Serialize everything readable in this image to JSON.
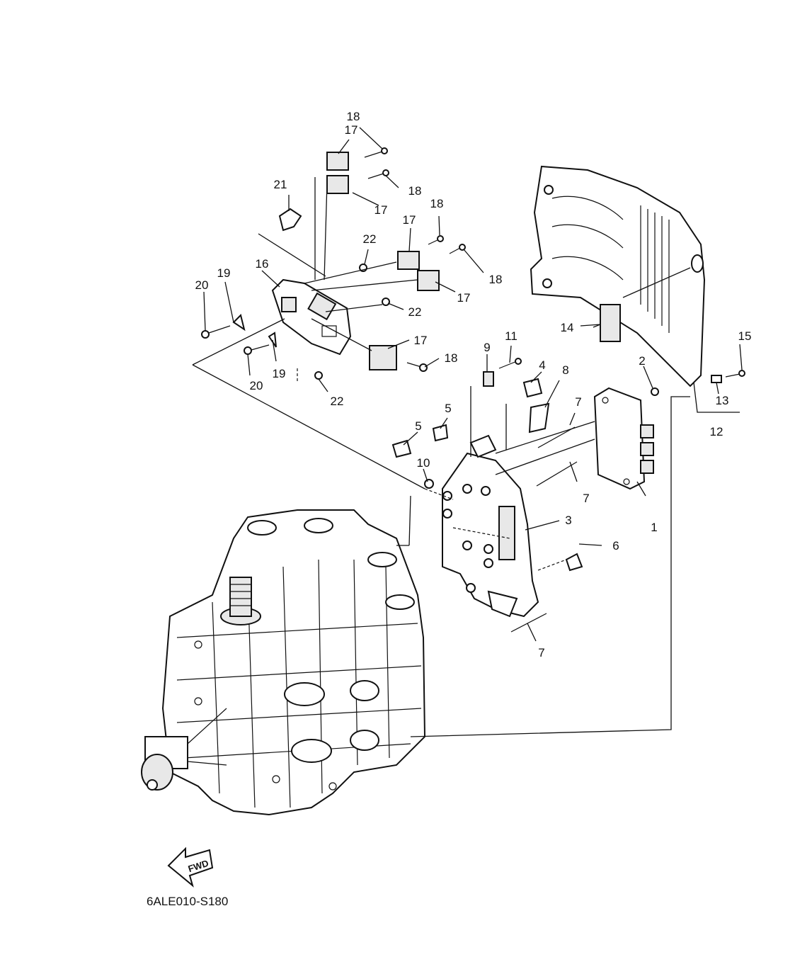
{
  "diagram": {
    "code": "6ALE010-S180",
    "fwd_label": "FWD",
    "callouts": {
      "c1": "1",
      "c2": "2",
      "c3": "3",
      "c4": "4",
      "c5a": "5",
      "c5b": "5",
      "c6": "6",
      "c7a": "7",
      "c7b": "7",
      "c7c": "7",
      "c8": "8",
      "c9": "9",
      "c10": "10",
      "c11": "11",
      "c12": "12",
      "c13": "13",
      "c14": "14",
      "c15": "15",
      "c16": "16",
      "c17a": "17",
      "c17b": "17",
      "c17c": "17",
      "c17d": "17",
      "c17e": "17",
      "c18a": "18",
      "c18b": "18",
      "c18c": "18",
      "c18d": "18",
      "c18e": "18",
      "c19a": "19",
      "c19b": "19",
      "c20a": "20",
      "c20b": "20",
      "c21": "21",
      "c22a": "22",
      "c22b": "22",
      "c22c": "22"
    }
  }
}
